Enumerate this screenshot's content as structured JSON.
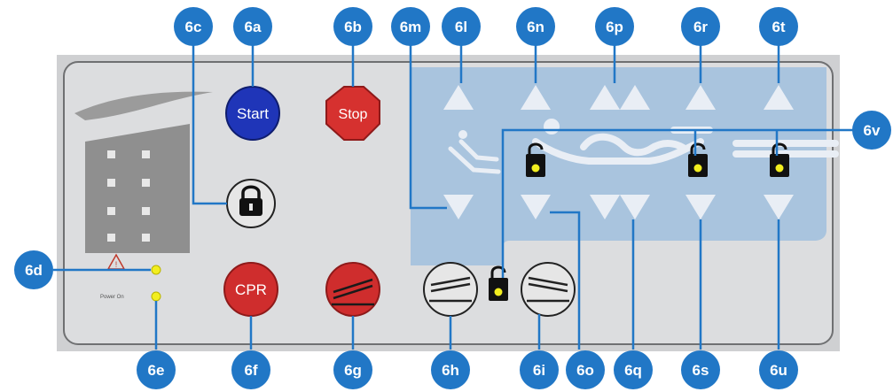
{
  "buttons": {
    "start_label": "Start",
    "stop_label": "Stop",
    "cpr_label": "CPR"
  },
  "indicators": {
    "power_label": "Power On"
  },
  "callouts": [
    {
      "id": "6c",
      "label": "6c"
    },
    {
      "id": "6a",
      "label": "6a"
    },
    {
      "id": "6b",
      "label": "6b"
    },
    {
      "id": "6m",
      "label": "6m"
    },
    {
      "id": "6l",
      "label": "6l"
    },
    {
      "id": "6n",
      "label": "6n"
    },
    {
      "id": "6p",
      "label": "6p"
    },
    {
      "id": "6r",
      "label": "6r"
    },
    {
      "id": "6t",
      "label": "6t"
    },
    {
      "id": "6v",
      "label": "6v"
    },
    {
      "id": "6d",
      "label": "6d"
    },
    {
      "id": "6e",
      "label": "6e"
    },
    {
      "id": "6f",
      "label": "6f"
    },
    {
      "id": "6g",
      "label": "6g"
    },
    {
      "id": "6h",
      "label": "6h"
    },
    {
      "id": "6i",
      "label": "6i"
    },
    {
      "id": "6o",
      "label": "6o"
    },
    {
      "id": "6q",
      "label": "6q"
    },
    {
      "id": "6s",
      "label": "6s"
    },
    {
      "id": "6u",
      "label": "6u"
    }
  ],
  "colors": {
    "callout_bg": "#2177c6",
    "leader_line": "#2177c6",
    "panel_bg": "#dcdddf",
    "blue_zone": "#a9c4de",
    "start_button": "#1f35b8",
    "stop_button": "#d6312f",
    "cpr_button": "#cf2d2d",
    "indicator_yellow": "#f2ee1f"
  },
  "icons": {
    "lock": "padlock-icon",
    "unlock": "unlocked-padlock-icon",
    "up": "triangle-up-icon",
    "down": "triangle-down-icon",
    "warning": "warning-triangle-icon"
  }
}
